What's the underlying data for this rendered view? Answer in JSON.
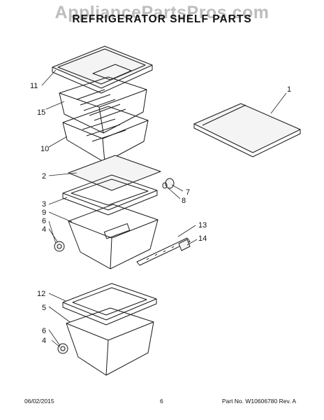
{
  "watermark": "AppliancePartsPros.com",
  "title": "REFRIGERATOR SHELF PARTS",
  "callouts": {
    "c1": "1",
    "c2": "2",
    "c3": "3",
    "c4a": "4",
    "c4b": "4",
    "c5": "5",
    "c6a": "6",
    "c6b": "6",
    "c7": "7",
    "c8": "8",
    "c9": "9",
    "c10": "10",
    "c11": "11",
    "c12": "12",
    "c13": "13",
    "c14": "14",
    "c15": "15"
  },
  "footer": {
    "date": "06/02/2015",
    "page": "6",
    "part": "Part No. W10606780  Rev. A"
  }
}
